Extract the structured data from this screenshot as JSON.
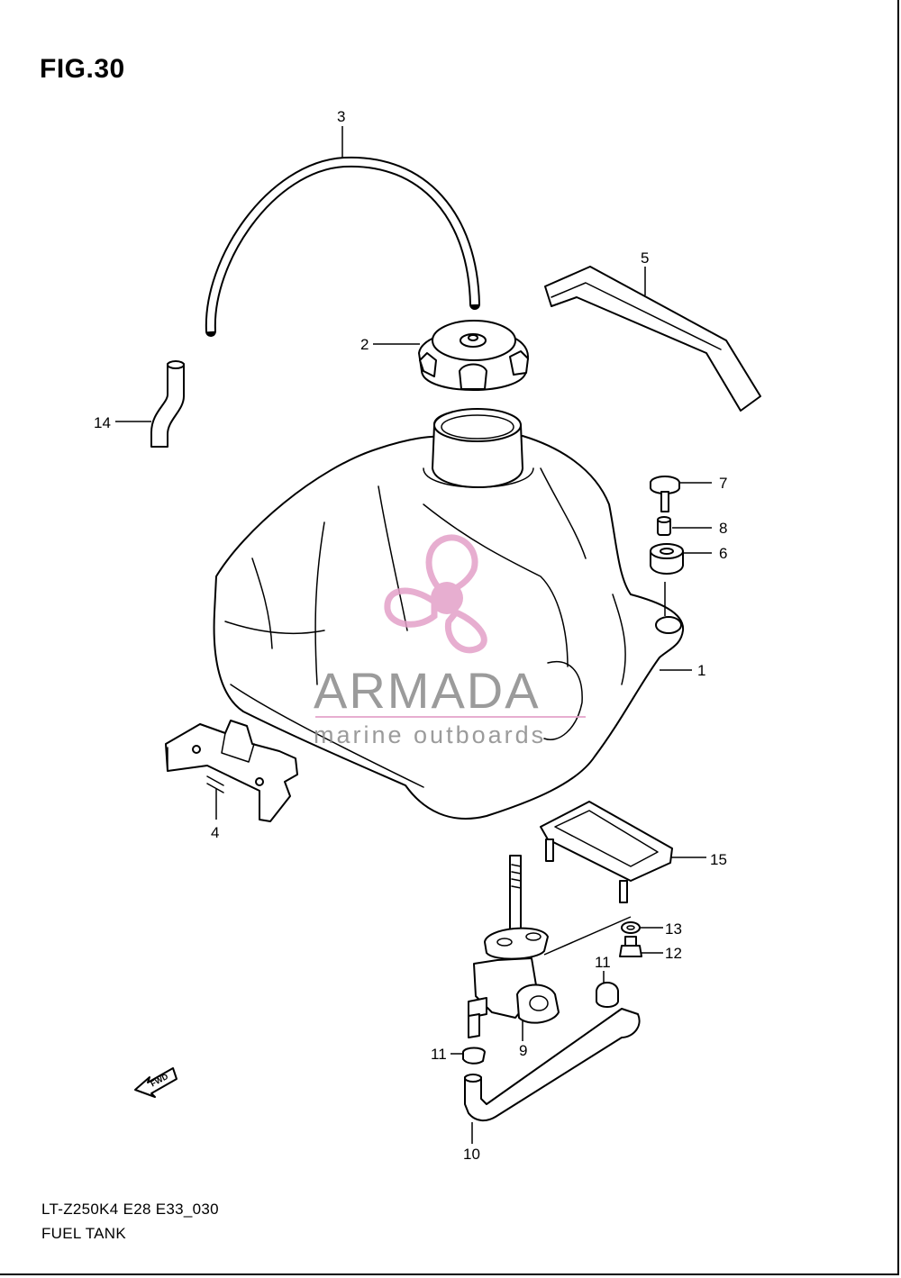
{
  "figure": {
    "title": "FIG.30",
    "model_code": "LT-Z250K4 E28 E33_030",
    "name": "FUEL TANK"
  },
  "callouts": {
    "c1": "1",
    "c2": "2",
    "c3": "3",
    "c4": "4",
    "c5": "5",
    "c6": "6",
    "c7": "7",
    "c8": "8",
    "c9": "9",
    "c10": "10",
    "c11a": "11",
    "c11b": "11",
    "c12": "12",
    "c13": "13",
    "c14": "14",
    "c15": "15"
  },
  "direction_marker": "FWD",
  "watermark": {
    "brand": "ARMADA",
    "tagline": "marine outboards",
    "colors": {
      "logo": "#e3a0c8",
      "text": "#8a8a8a"
    }
  }
}
